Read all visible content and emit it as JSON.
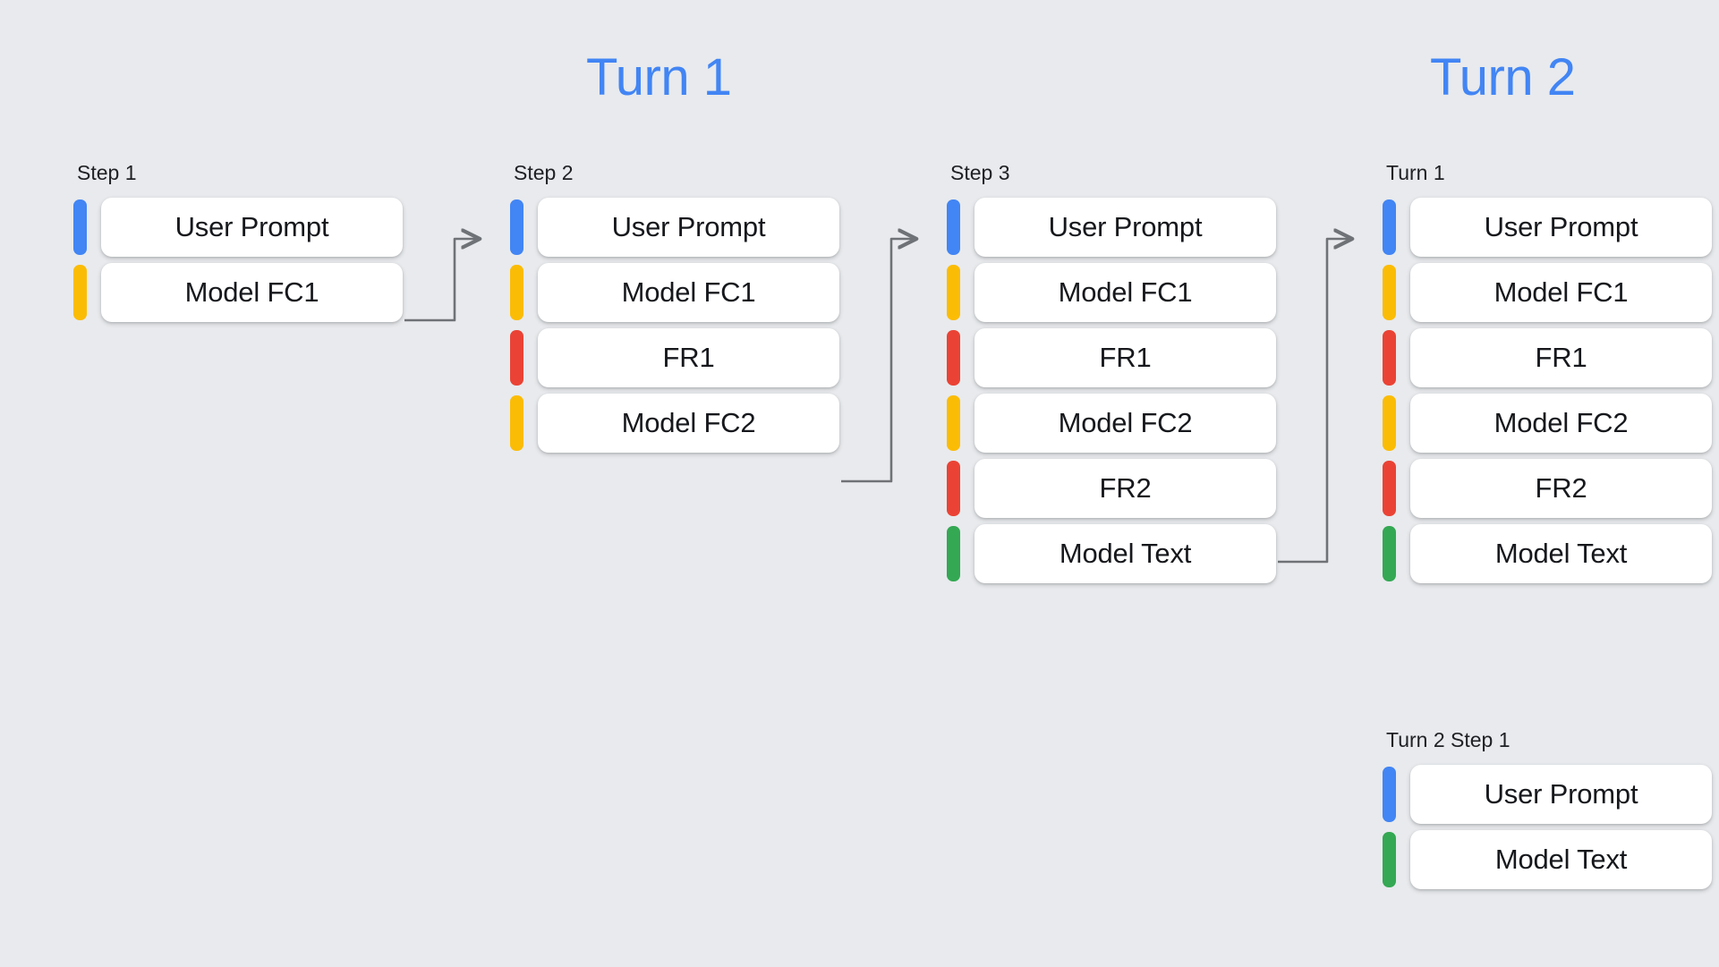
{
  "background_color": "#e8eaed",
  "accent_color": "#4285f4",
  "headings": {
    "turn1": "Turn 1",
    "turn2": "Turn 2"
  },
  "legend_colors": {
    "user_prompt": "#4285f4",
    "model_function_call": "#fbbc05",
    "function_response": "#ea4335",
    "model_text": "#34a853"
  },
  "groups": [
    {
      "id": "step-1",
      "label": "Step 1",
      "rows": [
        {
          "label": "User Prompt",
          "color": "blue"
        },
        {
          "label": "Model FC1",
          "color": "yellow"
        }
      ]
    },
    {
      "id": "step-2",
      "label": "Step 2",
      "rows": [
        {
          "label": "User Prompt",
          "color": "blue"
        },
        {
          "label": "Model FC1",
          "color": "yellow"
        },
        {
          "label": "FR1",
          "color": "red"
        },
        {
          "label": "Model FC2",
          "color": "yellow"
        }
      ]
    },
    {
      "id": "step-3",
      "label": "Step 3",
      "rows": [
        {
          "label": "User Prompt",
          "color": "blue"
        },
        {
          "label": "Model FC1",
          "color": "yellow"
        },
        {
          "label": "FR1",
          "color": "red"
        },
        {
          "label": "Model FC2",
          "color": "yellow"
        },
        {
          "label": "FR2",
          "color": "red"
        },
        {
          "label": "Model Text",
          "color": "green"
        }
      ]
    },
    {
      "id": "turn2-turn1",
      "label": "Turn 1",
      "rows": [
        {
          "label": "User Prompt",
          "color": "blue"
        },
        {
          "label": "Model FC1",
          "color": "yellow"
        },
        {
          "label": "FR1",
          "color": "red"
        },
        {
          "label": "Model FC2",
          "color": "yellow"
        },
        {
          "label": "FR2",
          "color": "red"
        },
        {
          "label": "Model Text",
          "color": "green"
        }
      ]
    },
    {
      "id": "turn2-step1",
      "label": "Turn 2 Step 1",
      "rows": [
        {
          "label": "User Prompt",
          "color": "blue"
        },
        {
          "label": "Model Text",
          "color": "green"
        }
      ]
    }
  ],
  "connectors": [
    {
      "id": "step1-to-step2",
      "from": "step-1.Model FC1",
      "to": "step-2.User Prompt"
    },
    {
      "id": "step2-to-step3",
      "from": "step-2.Model FC2",
      "to": "step-3.User Prompt"
    },
    {
      "id": "step3-to-turn1",
      "from": "step-3.FR2",
      "to": "turn2-turn1.User Prompt"
    }
  ]
}
